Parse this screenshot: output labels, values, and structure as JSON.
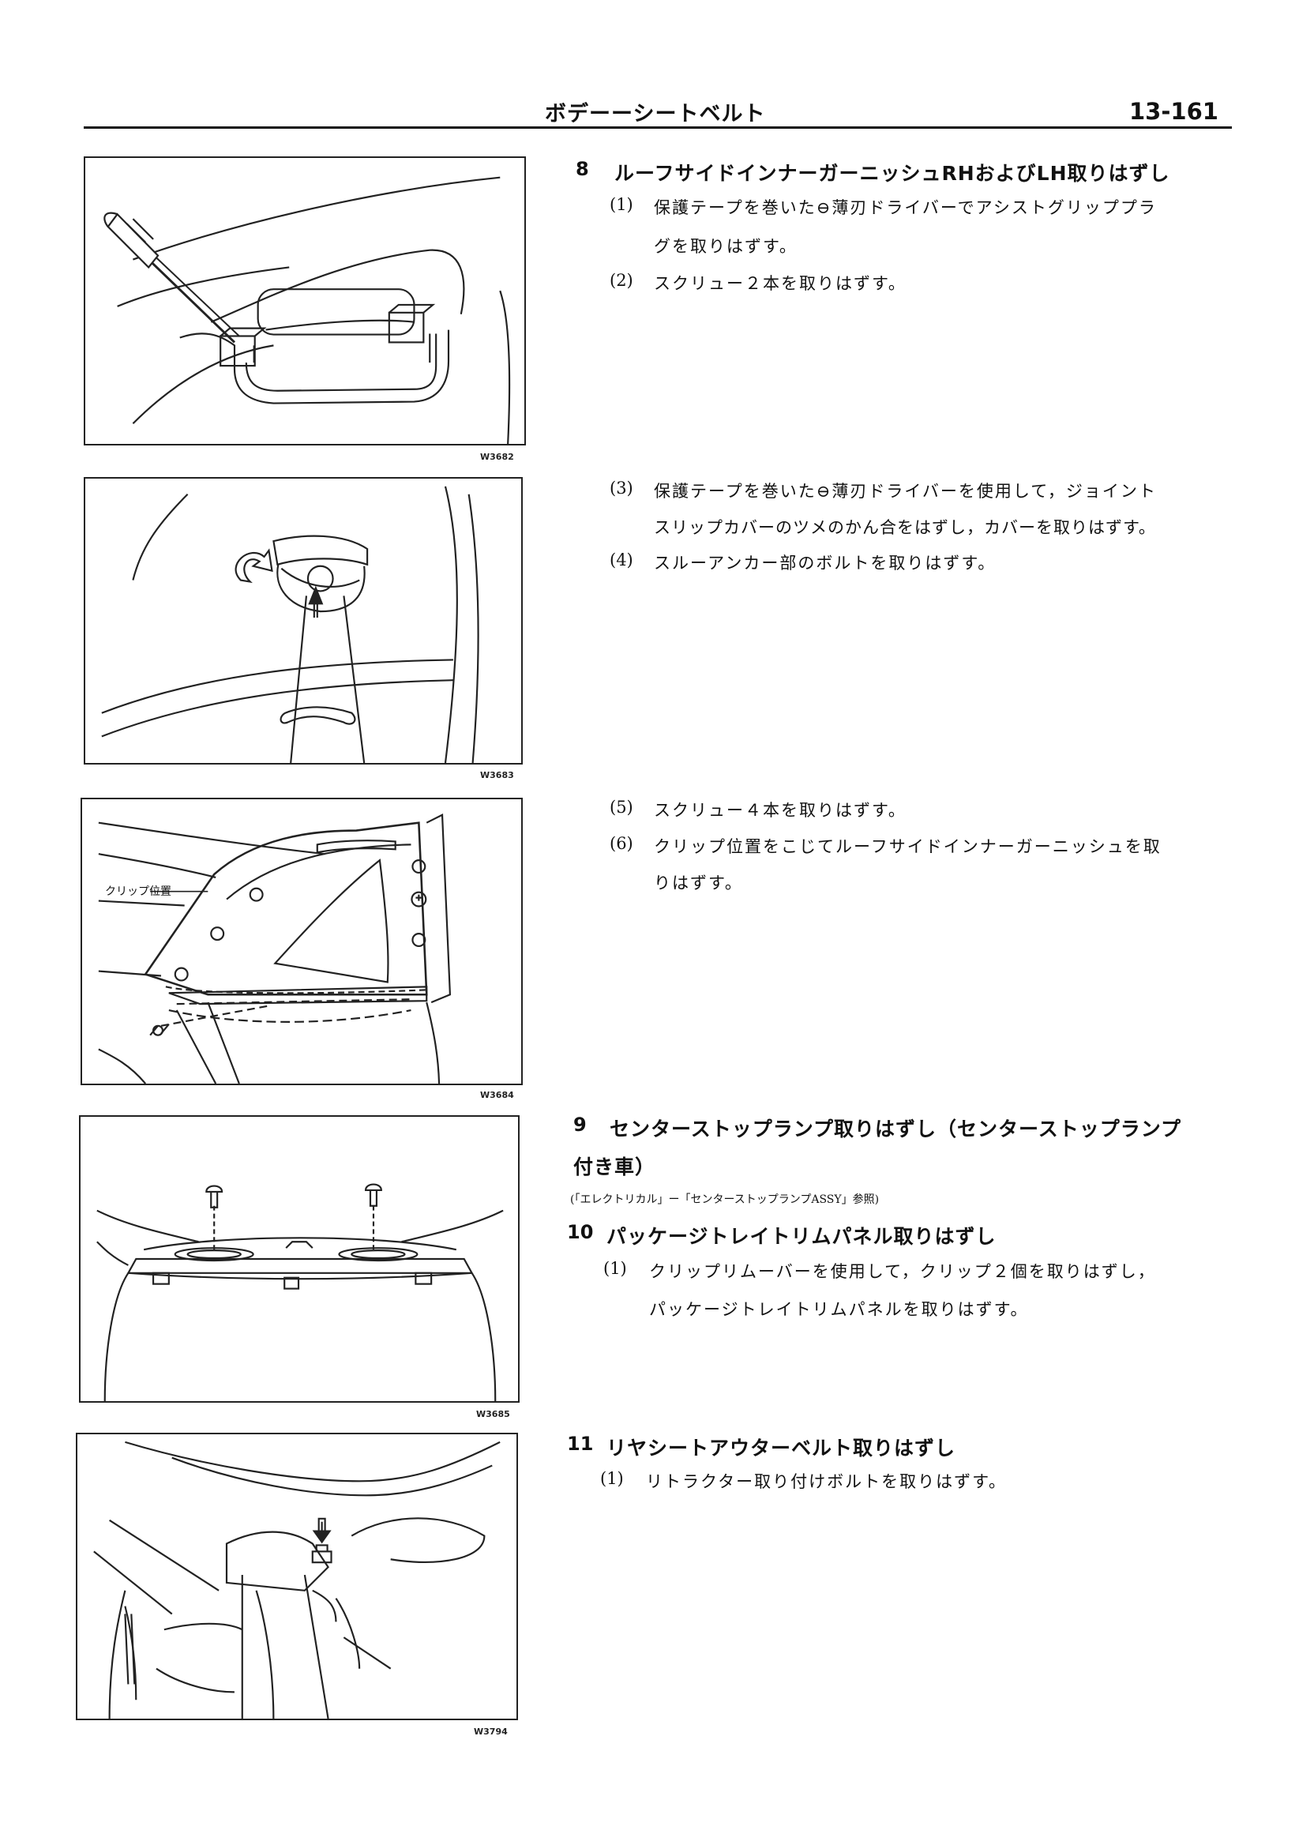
{
  "header": {
    "title": "ボデーーシートベルト",
    "page_number": "13-161"
  },
  "figures": [
    {
      "code": "W3682"
    },
    {
      "code": "W3683"
    },
    {
      "code": "W3684",
      "callout": "クリップ位置"
    },
    {
      "code": "W3685"
    },
    {
      "code": "W3794"
    }
  ],
  "sections": {
    "s8": {
      "num": "8",
      "title": "ルーフサイドインナーガーニッシュRHおよびLH取りはずし",
      "steps": [
        {
          "num": "(1)",
          "lines": [
            "保護テープを巻いた⊖薄刃ドライバーでアシストグリッププラ",
            "グを取りはずす。"
          ]
        },
        {
          "num": "(2)",
          "lines": [
            "スクリュー２本を取りはずす。"
          ]
        },
        {
          "num": "(3)",
          "lines": [
            "保護テープを巻いた⊖薄刃ドライバーを使用して，ジョイント",
            "スリップカバーのツメのかん合をはずし，カバーを取りはずす。"
          ]
        },
        {
          "num": "(4)",
          "lines": [
            "スルーアンカー部のボルトを取りはずす。"
          ]
        },
        {
          "num": "(5)",
          "lines": [
            "スクリュー４本を取りはずす。"
          ]
        },
        {
          "num": "(6)",
          "lines": [
            "クリップ位置をこじてルーフサイドインナーガーニッシュを取",
            "りはずす。"
          ]
        }
      ]
    },
    "s9": {
      "num": "9",
      "title_lines": [
        "センターストップランプ取りはずし（センターストップランプ",
        "付き車）"
      ],
      "ref": "(「エレクトリカル」ー「センターストップランプASSY」参照)"
    },
    "s10": {
      "num": "10",
      "title": "パッケージトレイトリムパネル取りはずし",
      "steps": [
        {
          "num": "(1)",
          "lines": [
            "クリップリムーバーを使用して，クリップ２個を取りはずし，",
            "パッケージトレイトリムパネルを取りはずす。"
          ]
        }
      ]
    },
    "s11": {
      "num": "11",
      "title": "リヤシートアウターベルト取りはずし",
      "steps": [
        {
          "num": "(1)",
          "lines": [
            "リトラクター取り付けボルトを取りはずす。"
          ]
        }
      ]
    }
  }
}
